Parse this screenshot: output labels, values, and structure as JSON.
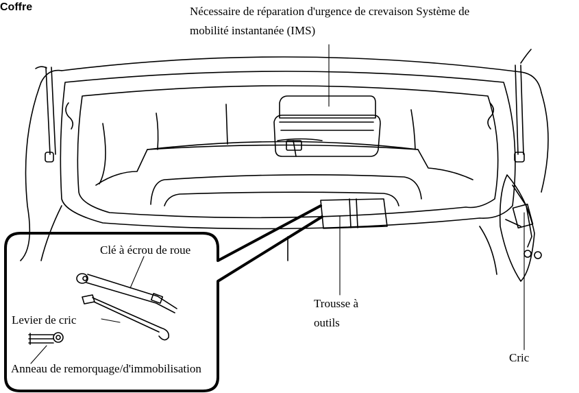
{
  "section": {
    "title": "Coffre"
  },
  "labels": {
    "ims_line1": "Nécessaire de réparation d'urgence de crevaison Système de",
    "ims_line2": "mobilité instantanée (IMS)",
    "lug_wrench": "Clé à écrou de roue",
    "jack_lever": "Levier de cric",
    "towing_eye": "Anneau de remorquage/d'immobilisation",
    "tool_bag_line1": "Trousse à",
    "tool_bag_line2": "outils",
    "jack": "Cric"
  }
}
